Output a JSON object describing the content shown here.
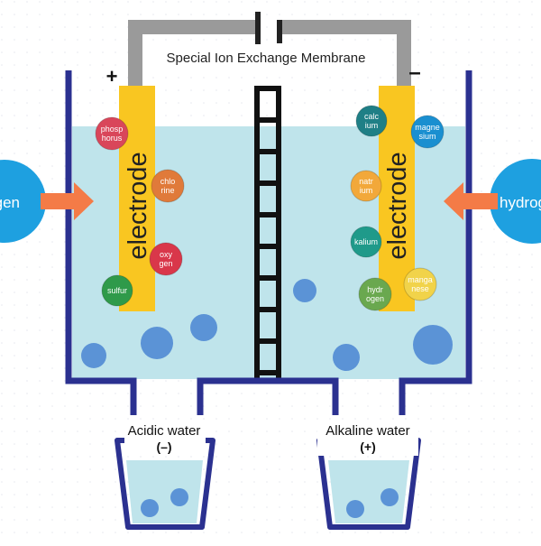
{
  "membrane_label": "Special Ion Exchange Membrane",
  "polarity": {
    "positive": "+",
    "negative": "–"
  },
  "electrodes": {
    "left_label": "electrode",
    "right_label": "electrode"
  },
  "bubbles": {
    "left_label": "ogen",
    "right_label": "hydrog"
  },
  "cups": {
    "left_title": "Acidic water",
    "left_sign": "(–)",
    "right_title": "Alkaline water",
    "right_sign": "(+)"
  },
  "left_ions": [
    {
      "label1": "phosp",
      "label2": "horus",
      "color": "#d9465a"
    },
    {
      "label1": "chlo",
      "label2": "rine",
      "color": "#e07a3a"
    },
    {
      "label1": "oxy",
      "label2": "gen",
      "color": "#d9374a"
    },
    {
      "label1": "sulfur",
      "label2": "",
      "color": "#2f9a4a"
    }
  ],
  "right_ions": [
    {
      "label1": "calc",
      "label2": "ium",
      "color": "#1f7f86"
    },
    {
      "label1": "magne",
      "label2": "sium",
      "color": "#1a8fd0"
    },
    {
      "label1": "natr",
      "label2": "ium",
      "color": "#f2a83a"
    },
    {
      "label1": "kalium",
      "label2": "",
      "color": "#1f9a8a"
    },
    {
      "label1": "hydr",
      "label2": "ogen",
      "color": "#6aa84f"
    },
    {
      "label1": "manga",
      "label2": "nese",
      "color": "#f1d34a"
    }
  ],
  "colors": {
    "tank": "#2b3190",
    "water": "#bfe4eb",
    "electrode": "#f9c621",
    "wire": "#9a9a9a",
    "arrow": "#f47b47",
    "bubble_big": "#1ea0e0",
    "bubble_small": "#5b93d6"
  }
}
